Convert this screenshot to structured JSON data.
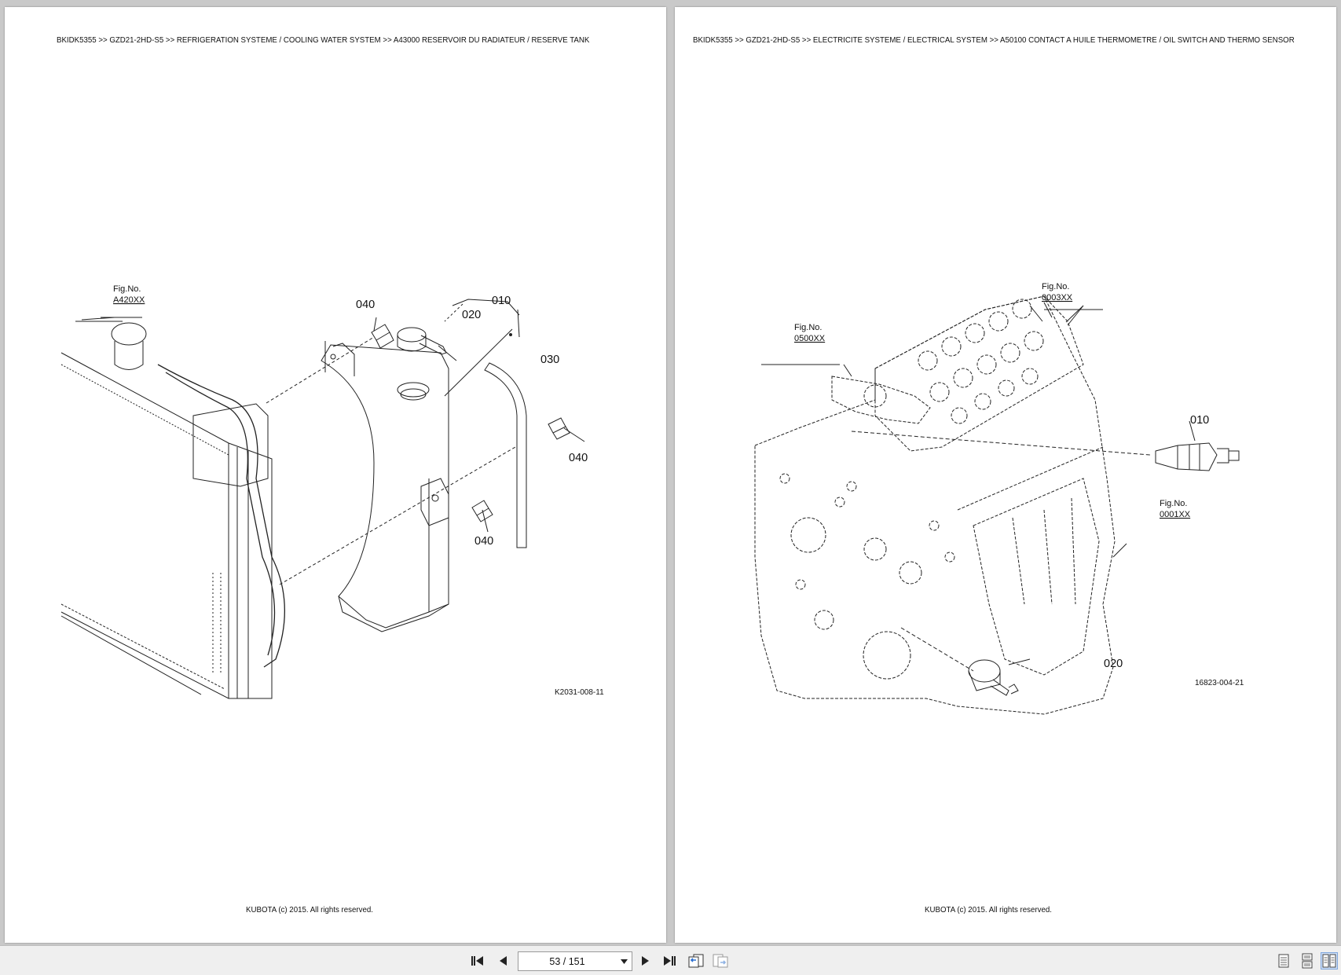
{
  "pages": [
    {
      "header": "BKIDK5355 >> GZD21-2HD-S5 >> REFRIGERATION SYSTEME / COOLING WATER SYSTEM >> A43000   RESERVOIR DU RADIATEUR / RESERVE TANK",
      "footer": "KUBOTA (c) 2015. All rights reserved.",
      "fig_label": "Fig.No.",
      "fig_ref": "A420XX",
      "callouts": [
        "010",
        "020",
        "030",
        "040",
        "040",
        "040"
      ],
      "drawing_code": "K2031-008-11"
    },
    {
      "header": "BKIDK5355 >> GZD21-2HD-S5 >> ELECTRICITE SYSTEME / ELECTRICAL SYSTEM >> A50100   CONTACT A HUILE THERMOMETRE / OIL SWITCH AND THERMO SENSOR",
      "footer": "KUBOTA (c) 2015. All rights reserved.",
      "fig_refs": [
        {
          "label": "Fig.No.",
          "ref": "0003XX"
        },
        {
          "label": "Fig.No.",
          "ref": "0500XX"
        },
        {
          "label": "Fig.No.",
          "ref": "0001XX"
        }
      ],
      "callouts": [
        "010",
        "020"
      ],
      "drawing_code": "16823-004-21"
    }
  ],
  "toolbar": {
    "page_indicator": "53 / 151",
    "icons": [
      "first-page-icon",
      "previous-page-icon",
      "next-page-icon",
      "last-page-icon",
      "previous-view-icon",
      "next-view-icon",
      "single-page-icon",
      "continuous-icon",
      "two-page-icon"
    ]
  }
}
